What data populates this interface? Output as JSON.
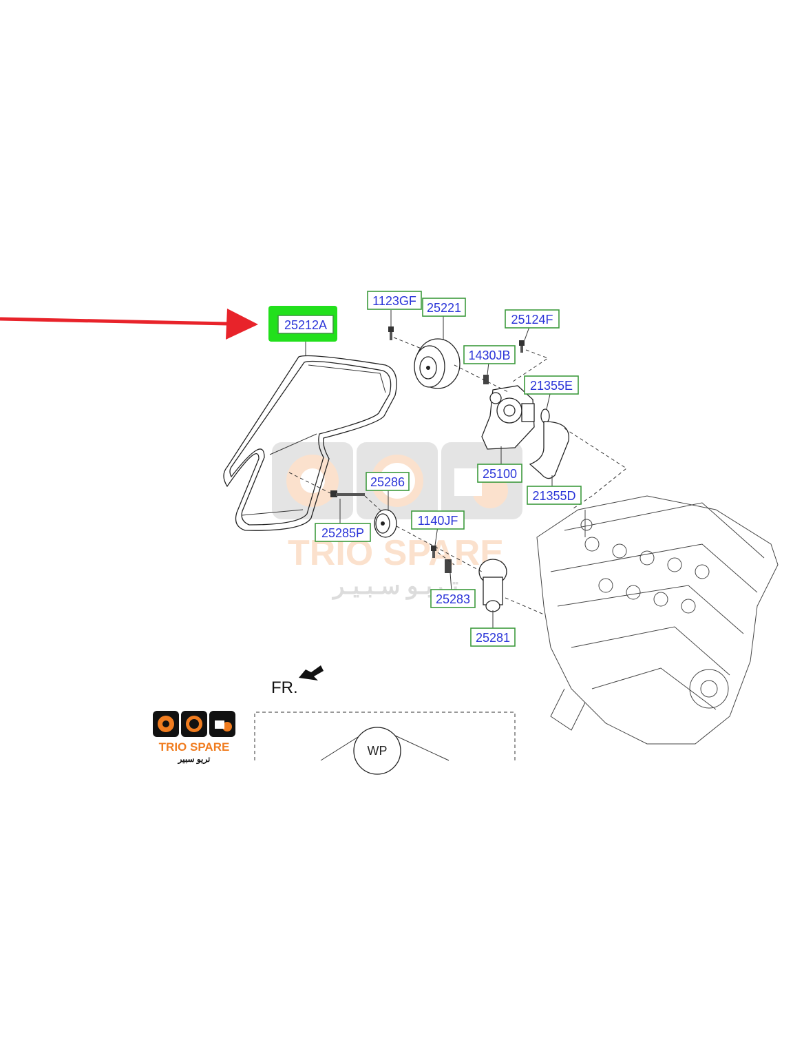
{
  "callouts": [
    {
      "id": "belt",
      "label": "25212A"
    },
    {
      "id": "bolt-top",
      "label": "1123GF"
    },
    {
      "id": "pulley",
      "label": "25221"
    },
    {
      "id": "bolt-right",
      "label": "25124F"
    },
    {
      "id": "pin",
      "label": "1430JB"
    },
    {
      "id": "oring",
      "label": "21355E"
    },
    {
      "id": "water-pump",
      "label": "25100"
    },
    {
      "id": "gasket",
      "label": "21355D"
    },
    {
      "id": "idler",
      "label": "25286"
    },
    {
      "id": "idler-bolt",
      "label": "25285P"
    },
    {
      "id": "tensioner-bolt-top",
      "label": "1140JF"
    },
    {
      "id": "tensioner-bolt",
      "label": "25283"
    },
    {
      "id": "tensioner",
      "label": "25281"
    }
  ],
  "front_marker": "FR.",
  "inset_label": "WP",
  "watermark": {
    "brand": "TRIO SPARE",
    "arabic": "تـربـو سـبـيـر"
  },
  "logo": {
    "brand": "TRIO SPARE",
    "arabic": "تريو سبير",
    "orange": "#f07c1f",
    "dark": "#111111"
  },
  "colors": {
    "arrow": "#e8232a",
    "highlight": "#22e01c",
    "callout_text": "#2a34d8",
    "callout_border": "#3c9a3c"
  }
}
